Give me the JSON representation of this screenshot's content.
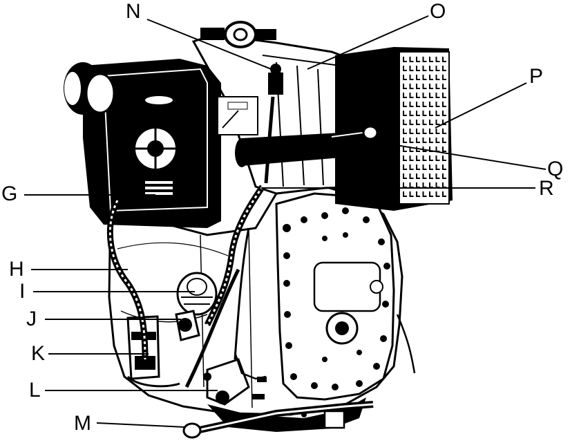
{
  "colors": {
    "ink": "#000000",
    "paper": "#ffffff"
  },
  "labels": {
    "N": "N",
    "O": "O",
    "P": "P",
    "Q": "Q",
    "R": "R",
    "G": "G",
    "H": "H",
    "I": "I",
    "J": "J",
    "K": "K",
    "L": "L",
    "M": "M"
  }
}
